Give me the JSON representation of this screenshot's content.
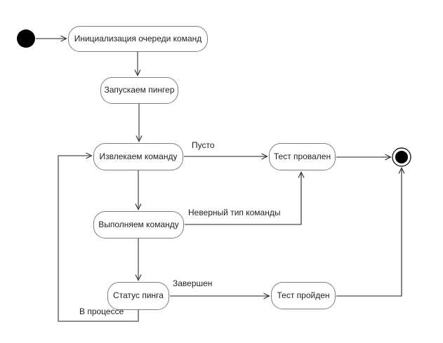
{
  "diagram": {
    "type": "uml-state-diagram",
    "nodes": {
      "init_queue": {
        "label": "Инициализация очереди команд"
      },
      "start_pinger": {
        "label": "Запускаем пингер"
      },
      "fetch_command": {
        "label": "Извлекаем команду"
      },
      "execute_command": {
        "label": "Выполняем команду"
      },
      "ping_status": {
        "label": "Статус пинга"
      },
      "test_failed": {
        "label": "Тест провален"
      },
      "test_passed": {
        "label": "Тест пройден"
      }
    },
    "states": {
      "initial": "initial-state",
      "final": "final-state"
    },
    "edges": [
      {
        "from": "initial",
        "to": "init_queue",
        "label": ""
      },
      {
        "from": "init_queue",
        "to": "start_pinger",
        "label": ""
      },
      {
        "from": "start_pinger",
        "to": "fetch_command",
        "label": ""
      },
      {
        "from": "fetch_command",
        "to": "test_failed",
        "label": "Пусто"
      },
      {
        "from": "fetch_command",
        "to": "execute_command",
        "label": ""
      },
      {
        "from": "execute_command",
        "to": "test_failed",
        "label": "Неверный тип команды"
      },
      {
        "from": "execute_command",
        "to": "ping_status",
        "label": ""
      },
      {
        "from": "ping_status",
        "to": "test_passed",
        "label": "Завершен"
      },
      {
        "from": "ping_status",
        "to": "fetch_command",
        "label": "В процессе"
      },
      {
        "from": "test_failed",
        "to": "final",
        "label": ""
      },
      {
        "from": "test_passed",
        "to": "final",
        "label": ""
      }
    ],
    "colors": {
      "canvas_bg": "#ffffff",
      "node_fill": "#ffffff",
      "node_border": "#7f7f7f",
      "text": "#1f1f1f",
      "edge_thin": "#1f1f1f",
      "edge_thick": "#808080",
      "arrowhead": "#333333",
      "state_fill": "#000000"
    }
  }
}
